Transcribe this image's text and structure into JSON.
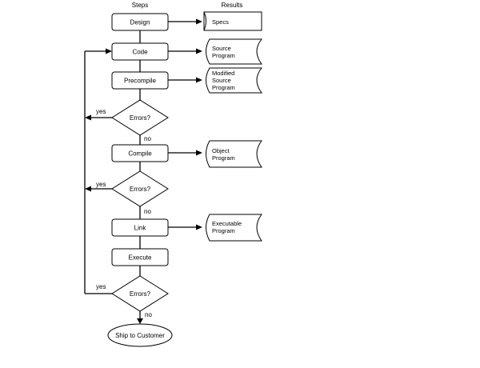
{
  "headers": {
    "steps": "Steps",
    "results": "Results"
  },
  "steps": {
    "design": "Design",
    "code": "Code",
    "precompile": "Precompile",
    "errors_1": "Errors?",
    "compile": "Compile",
    "errors_2": "Errors?",
    "link": "Link",
    "execute": "Execute",
    "errors_3": "Errors?",
    "ship": "Ship to Customer"
  },
  "results": {
    "specs": [
      "Specs"
    ],
    "source_program": [
      "Source",
      "Program"
    ],
    "modified_source_program": [
      "Modified",
      "Source",
      "Program"
    ],
    "object_program": [
      "Object",
      "Program"
    ],
    "executable_program": [
      "Executable",
      "Program"
    ]
  },
  "flow_labels": {
    "yes": "yes",
    "no": "no"
  }
}
